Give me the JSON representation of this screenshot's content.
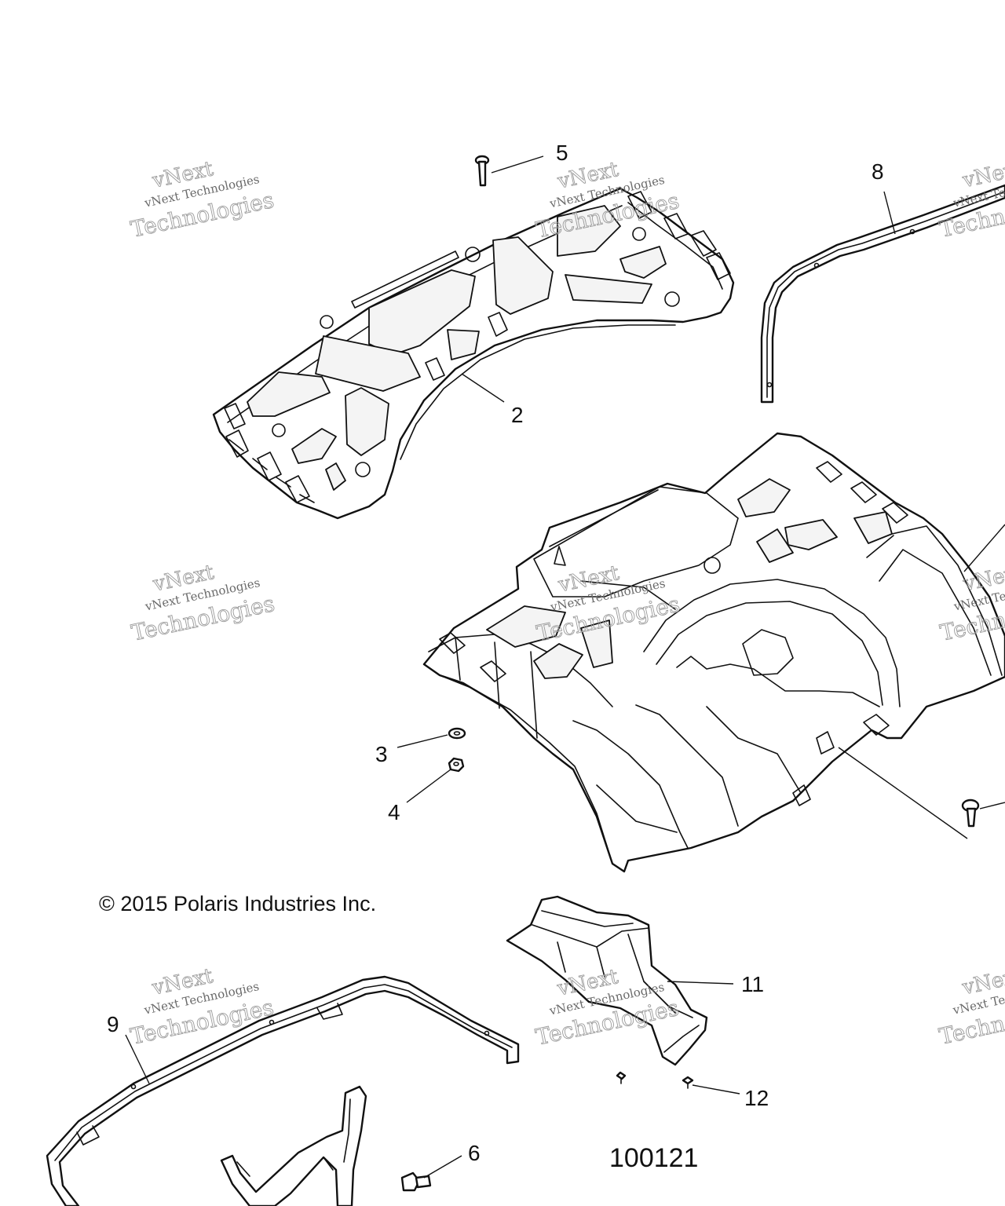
{
  "copyright": "© 2015 Polaris Industries Inc.",
  "drawing_number": "100121",
  "watermark": {
    "line_1": "vNext",
    "line_2": "vNext Technologies",
    "line_3": "Technologies"
  },
  "callouts": [
    {
      "id": "2",
      "label": "2"
    },
    {
      "id": "3",
      "label": "3"
    },
    {
      "id": "4",
      "label": "4"
    },
    {
      "id": "5",
      "label": "5"
    },
    {
      "id": "6",
      "label": "6"
    },
    {
      "id": "8",
      "label": "8"
    },
    {
      "id": "9",
      "label": "9"
    },
    {
      "id": "11",
      "label": "11"
    },
    {
      "id": "12",
      "label": "12"
    }
  ]
}
